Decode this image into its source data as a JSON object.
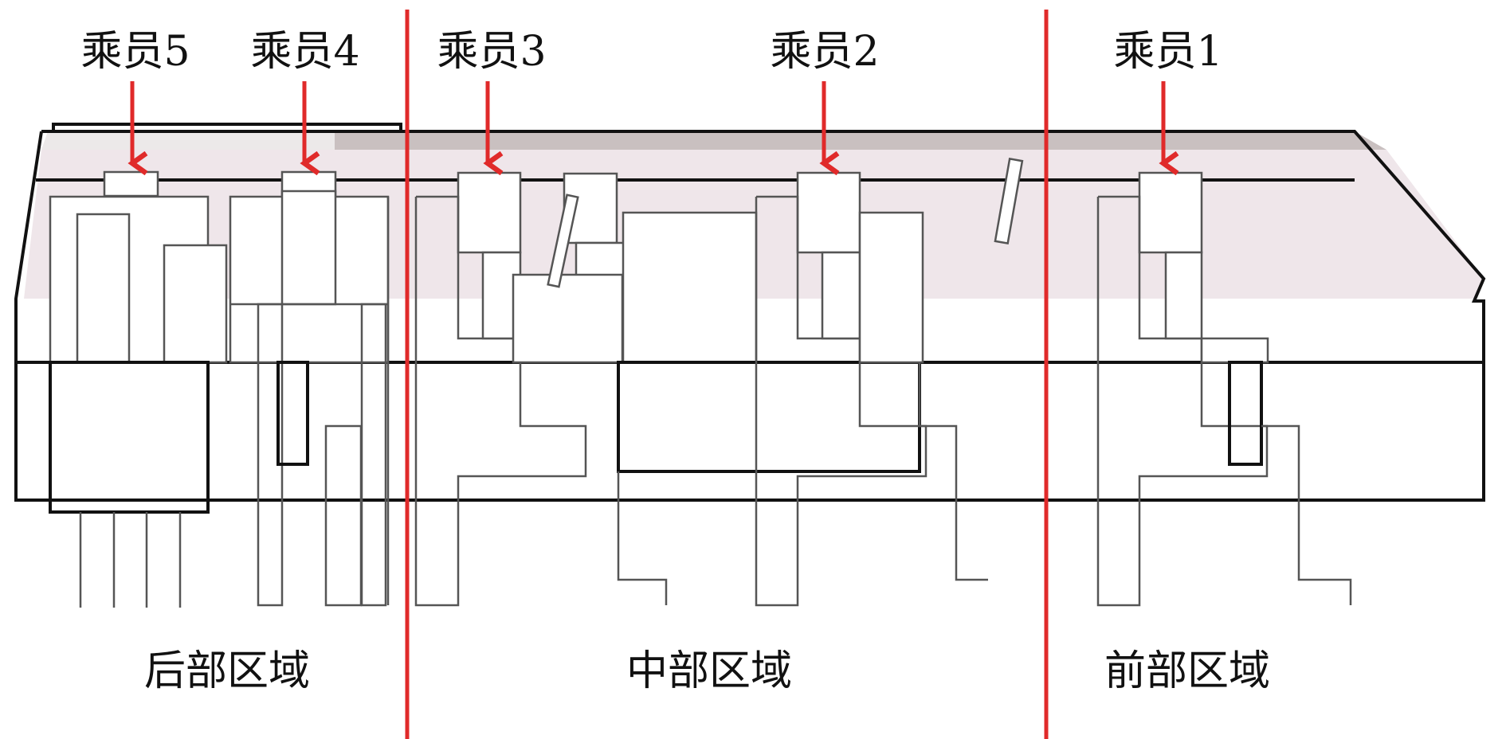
{
  "crew_labels": [
    "乘员5",
    "乘员4",
    "乘员3",
    "乘员2",
    "乘员1"
  ],
  "zone_labels": {
    "rear": "后部区域",
    "middle": "中部区域",
    "front": "前部区域"
  },
  "colors": {
    "divider": "#e02a2a",
    "arrow": "#e02a2a",
    "roof_band": "#c9c0c0",
    "cabin_fill": "#efe6ea"
  }
}
